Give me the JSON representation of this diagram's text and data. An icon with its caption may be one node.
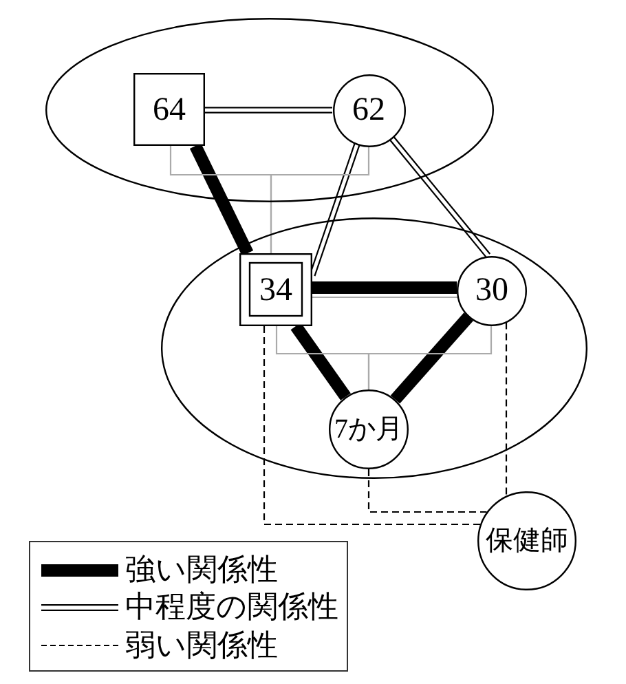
{
  "diagram": {
    "nodes": [
      {
        "text": [],
        "shape": "ellipse"
      },
      {
        "text": [
          "64"
        ],
        "in": 0
      },
      {
        "text": [
          "62"
        ],
        "in": 0
      },
      {
        "text": [],
        "shape": "ellipse"
      },
      {
        "text": [
          "34"
        ],
        "in": 3
      },
      {
        "text": [
          "30"
        ],
        "in": 3
      },
      {
        "text": [
          "7か月"
        ],
        "in": 3
      },
      {
        "text": [
          "保健師"
        ]
      }
    ],
    "edges": [
      {
        "from": 1,
        "to": 2,
        "arrow": "none"
      },
      {
        "from": 1,
        "to": 4,
        "arrow": "none",
        "style": "thick"
      },
      {
        "from": 2,
        "to": 4,
        "arrow": "none"
      },
      {
        "from": 2,
        "to": 5,
        "arrow": "none"
      },
      {
        "from": 4,
        "to": 5,
        "arrow": "none",
        "style": "thick"
      },
      {
        "from": 4,
        "to": 6,
        "arrow": "none",
        "style": "thick"
      },
      {
        "from": 5,
        "to": 6,
        "arrow": "none",
        "style": "thick"
      },
      {
        "from": 1,
        "to": 4,
        "arrow": "none",
        "color": "#aaaaaa"
      },
      {
        "from": 2,
        "to": 4,
        "arrow": "none",
        "color": "#aaaaaa"
      },
      {
        "from": 4,
        "to": 5,
        "arrow": "none",
        "color": "#aaaaaa"
      },
      {
        "from": 4,
        "to": 6,
        "arrow": "none",
        "color": "#aaaaaa"
      },
      {
        "from": 5,
        "to": 6,
        "arrow": "none",
        "color": "#aaaaaa"
      },
      {
        "from": 4,
        "to": 7,
        "arrow": "none",
        "style": "dashed"
      },
      {
        "from": 6,
        "to": 7,
        "arrow": "none",
        "style": "dashed"
      },
      {
        "from": 5,
        "to": 7,
        "arrow": "none",
        "style": "dashed"
      }
    ],
    "legend": [
      {
        "text": "強い関係性"
      },
      {
        "text": "中程度の関係性"
      },
      {
        "text": "弱い関係性"
      }
    ]
  }
}
